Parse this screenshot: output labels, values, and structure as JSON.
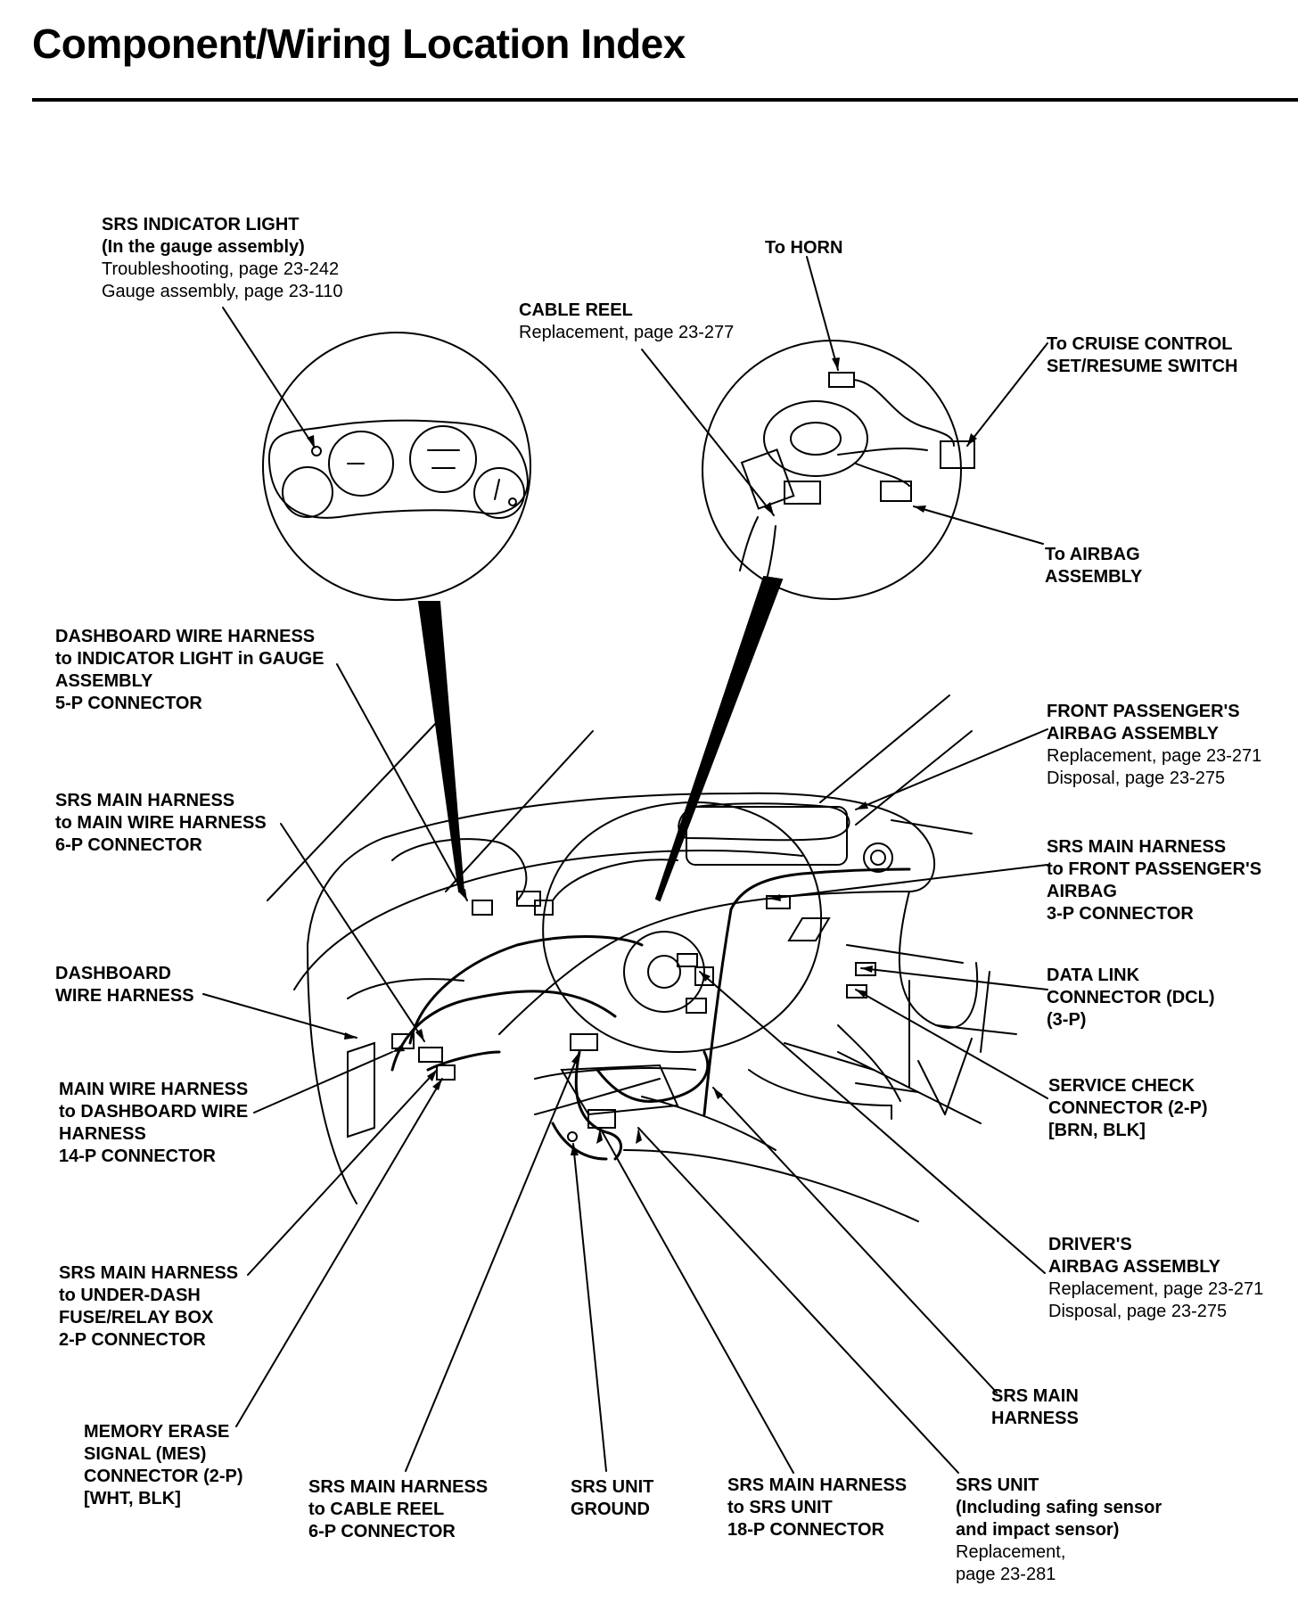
{
  "page": {
    "title": "Component/Wiring Location Index"
  },
  "callouts": {
    "srs_indicator_light": {
      "lines": [
        "SRS INDICATOR LIGHT",
        "(In the gauge assembly)"
      ],
      "notes": [
        "Troubleshooting, page 23-242",
        "Gauge assembly, page 23-110"
      ]
    },
    "to_horn": {
      "lines": [
        "To HORN"
      ]
    },
    "cable_reel": {
      "lines": [
        "CABLE REEL"
      ],
      "notes": [
        "Replacement, page 23-277"
      ]
    },
    "cruise_control_switch": {
      "lines": [
        "To CRUISE CONTROL",
        "SET/RESUME SWITCH"
      ]
    },
    "to_airbag_assembly": {
      "lines": [
        "To AIRBAG",
        "ASSEMBLY"
      ]
    },
    "dashboard_harness_indicator": {
      "lines": [
        "DASHBOARD WIRE HARNESS",
        "to INDICATOR LIGHT in GAUGE",
        "ASSEMBLY",
        "5-P CONNECTOR"
      ]
    },
    "front_passenger_airbag": {
      "lines": [
        "FRONT PASSENGER'S",
        "AIRBAG ASSEMBLY"
      ],
      "notes": [
        "Replacement, page 23-271",
        "Disposal, page 23-275"
      ]
    },
    "srs_main_to_main_wire": {
      "lines": [
        "SRS MAIN HARNESS",
        "to MAIN WIRE HARNESS",
        "6-P CONNECTOR"
      ]
    },
    "srs_main_to_passenger": {
      "lines": [
        "SRS MAIN HARNESS",
        "to FRONT PASSENGER'S",
        "AIRBAG",
        "3-P CONNECTOR"
      ]
    },
    "dashboard_wire_harness": {
      "lines": [
        "DASHBOARD",
        "WIRE HARNESS"
      ]
    },
    "data_link_connector": {
      "lines": [
        "DATA LINK",
        "CONNECTOR (DCL)",
        "(3-P)"
      ]
    },
    "main_wire_to_dashboard": {
      "lines": [
        "MAIN WIRE HARNESS",
        "to DASHBOARD WIRE",
        "HARNESS",
        "14-P CONNECTOR"
      ]
    },
    "service_check_connector": {
      "lines": [
        "SERVICE CHECK",
        "CONNECTOR (2-P)",
        "[BRN, BLK]"
      ]
    },
    "drivers_airbag": {
      "lines": [
        "DRIVER'S",
        "AIRBAG ASSEMBLY"
      ],
      "notes": [
        "Replacement, page 23-271",
        "Disposal, page 23-275"
      ]
    },
    "srs_main_to_fuse_box": {
      "lines": [
        "SRS MAIN HARNESS",
        "to UNDER-DASH",
        "FUSE/RELAY BOX",
        "2-P CONNECTOR"
      ]
    },
    "srs_main_harness": {
      "lines": [
        "SRS MAIN",
        "HARNESS"
      ]
    },
    "memory_erase_signal": {
      "lines": [
        "MEMORY ERASE",
        "SIGNAL (MES)",
        "CONNECTOR (2-P)",
        "[WHT, BLK]"
      ]
    },
    "srs_main_to_cable_reel": {
      "lines": [
        "SRS MAIN HARNESS",
        "to CABLE REEL",
        "6-P CONNECTOR"
      ]
    },
    "srs_unit_ground": {
      "lines": [
        "SRS UNIT",
        "GROUND"
      ]
    },
    "srs_main_to_srs_unit": {
      "lines": [
        "SRS MAIN HARNESS",
        "to SRS UNIT",
        "18-P CONNECTOR"
      ]
    },
    "srs_unit": {
      "lines": [
        "SRS UNIT",
        "(Including safing sensor",
        "and impact sensor)"
      ],
      "notes": [
        "Replacement,",
        "page 23-281"
      ]
    }
  }
}
